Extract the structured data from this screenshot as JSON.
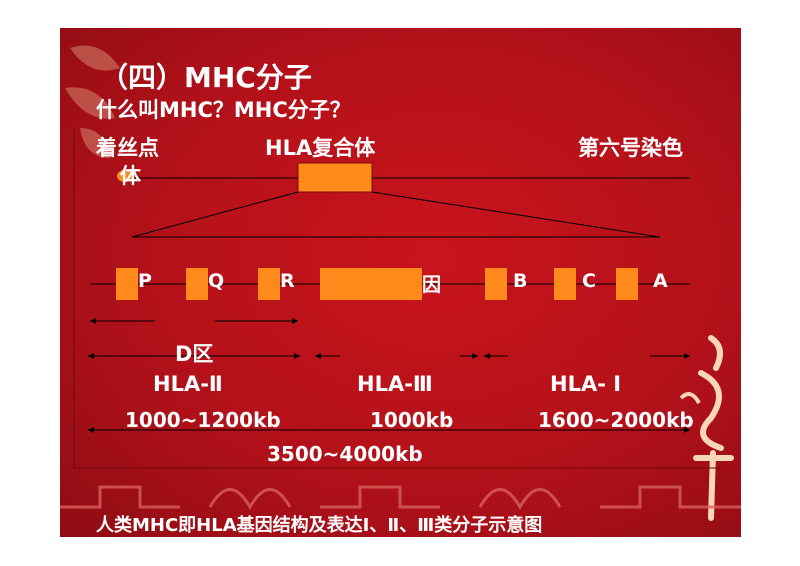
{
  "title": "（四）MHC分子",
  "subtitle": "什么叫MHC？MHC分子？",
  "labels": {
    "centromere": "着丝点",
    "centromere_2": "体",
    "hla_complex": "HLA复合体",
    "chromosome": "第六号染色"
  },
  "genes": [
    "P",
    "Q",
    "R",
    "因",
    "B",
    "C",
    "A"
  ],
  "d_region": "D区",
  "classes": [
    {
      "name": "HLA-Ⅱ",
      "size": "1000~1200kb"
    },
    {
      "name": "HLA-Ⅲ",
      "size": "1000kb"
    },
    {
      "name": "HLA- Ⅰ",
      "size": "1600~2000kb"
    }
  ],
  "total": "3500~4000kb",
  "caption": "人类MHC即HLA基因结构及表达Ⅰ、Ⅱ、Ⅲ类分子示意图",
  "colors": {
    "background": "#b3111a",
    "box": "#ff8a1c",
    "text": "#ffffff"
  }
}
